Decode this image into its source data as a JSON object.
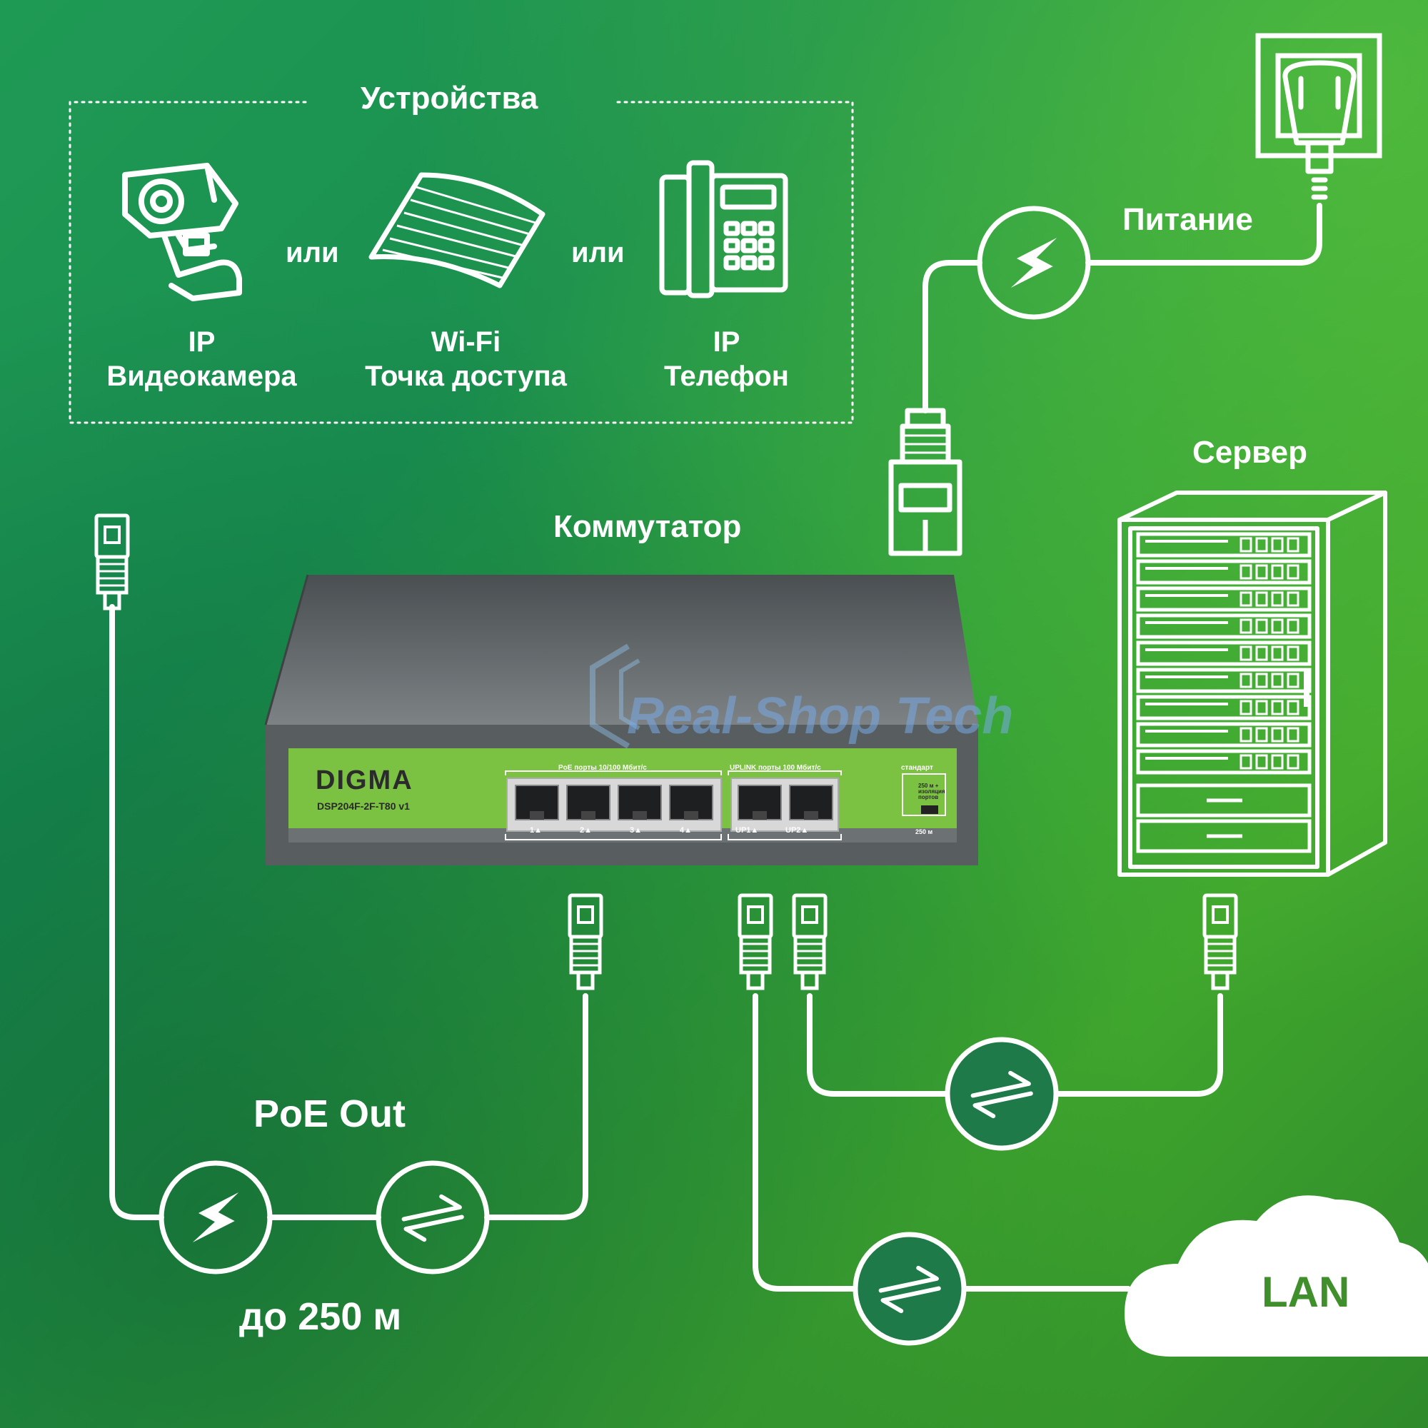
{
  "devices_title": "Устройства",
  "devices": [
    {
      "line1": "IP",
      "line2": "Видеокамера",
      "icon": "cctv-camera-icon"
    },
    {
      "line1": "Wi-Fi",
      "line2": "Точка доступа",
      "icon": "access-point-icon"
    },
    {
      "line1": "IP",
      "line2": "Телефон",
      "icon": "ip-phone-icon"
    }
  ],
  "or_text": "или",
  "power_label": "Питание",
  "server_label": "Сервер",
  "switch_title": "Коммутатор",
  "poe_out_label": "PoE Out",
  "distance_label": "до 250 м",
  "lan_label": "LAN",
  "switch": {
    "brand": "DIGMA",
    "model": "DSP204F-2F-T80 v1",
    "poe_ports_label": "PoE порты 10/100 Мбит/с",
    "uplink_label": "UPLINK порты 100 Мбит/с",
    "ports": [
      "1▲",
      "2▲",
      "3▲",
      "4▲"
    ],
    "uplinks": [
      "UP1▲",
      "UP2▲"
    ],
    "mode_title": "стандарт",
    "mode_text": "250 м + изоляция портов",
    "led_text": "250 м"
  },
  "watermark": "Real-Shop Tech",
  "colors": {
    "line": "#ffffff",
    "switch_body": "#585d60",
    "switch_panel": "#7cc242",
    "lan_text": "#3f8f2a"
  }
}
